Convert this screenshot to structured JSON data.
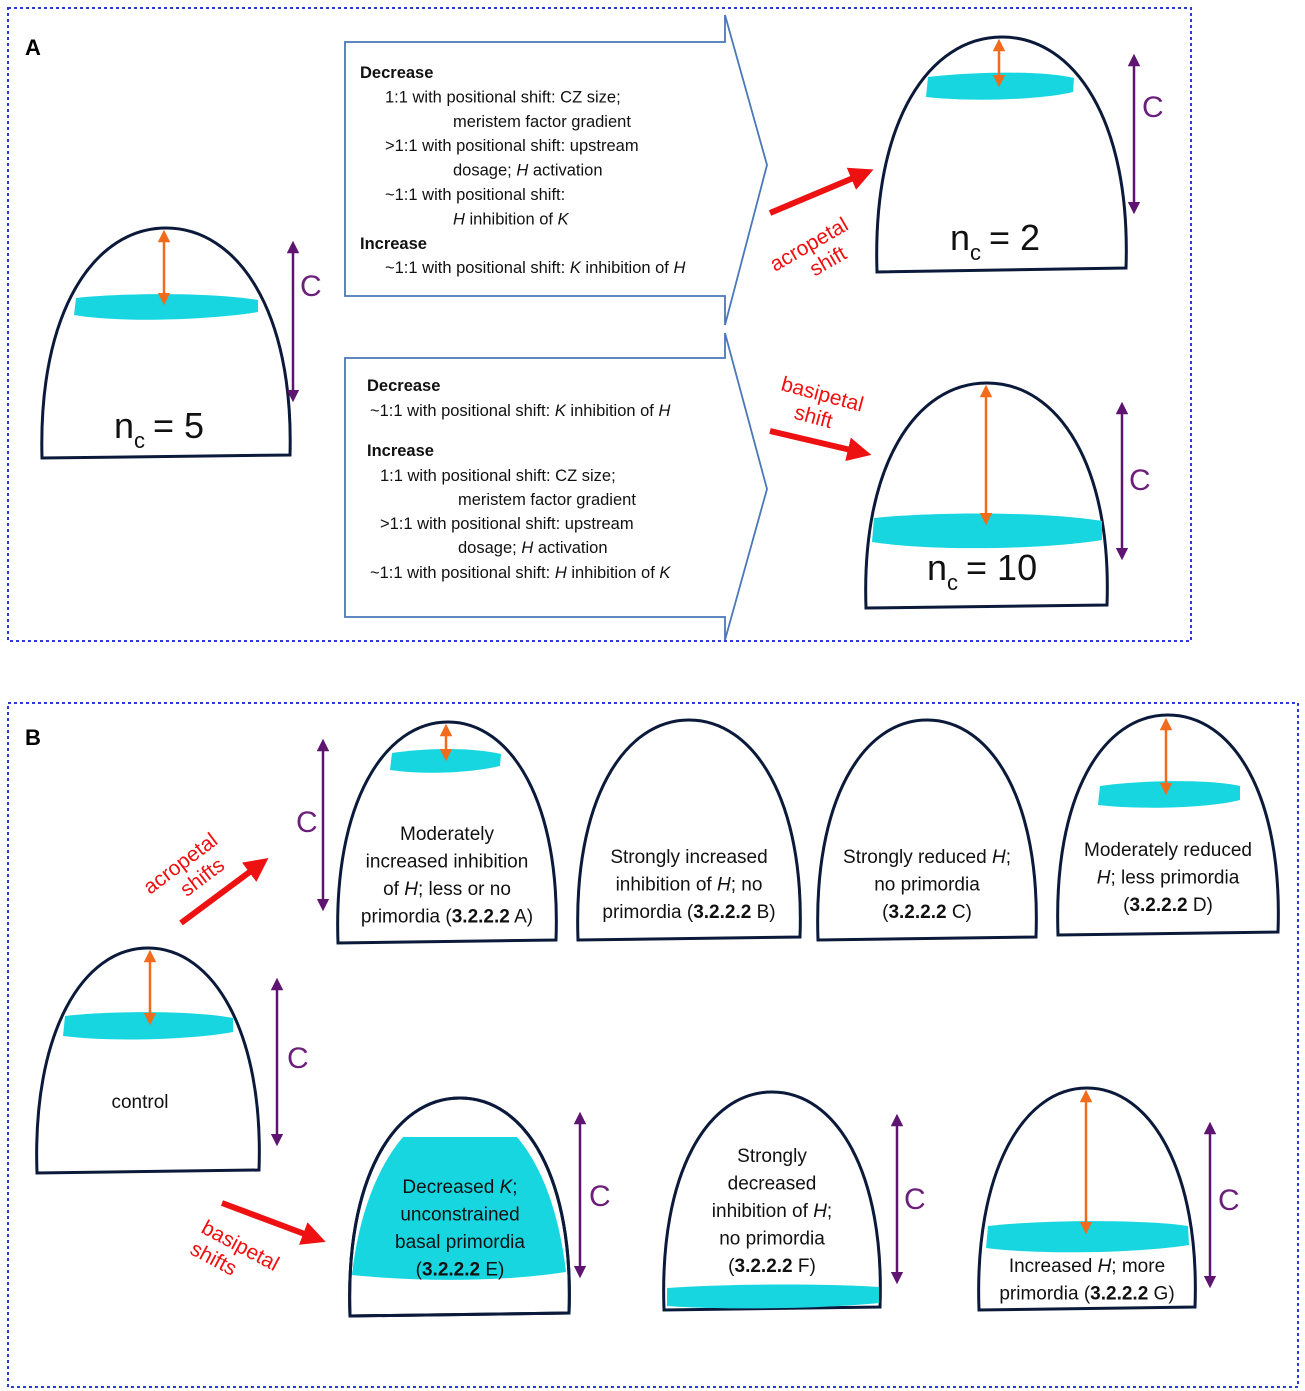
{
  "panel_a": {
    "label": "A",
    "left_dome": {
      "n_label": "n",
      "n_sub": "c",
      "n_value": "= 5",
      "c_label": "C"
    },
    "top_box": {
      "lines": [
        {
          "text": "Decrease",
          "bold": true,
          "x": 0
        },
        {
          "text": "1:1 with positional shift: CZ size;",
          "x": 1
        },
        {
          "text": "meristem factor gradient",
          "x": 2
        },
        {
          "text": ">1:1 with positional shift: upstream",
          "x": 1
        },
        {
          "pre": "dosage; ",
          "it": "H",
          "post": " activation",
          "x": 2
        },
        {
          "text": "~1:1 with positional shift:",
          "x": 1
        },
        {
          "it": "H",
          "post": " inhibition of ",
          "it2": "K",
          "x": 2
        },
        {
          "text": "Increase",
          "bold": true,
          "x": 0
        },
        {
          "pre": "~1:1 with positional shift: ",
          "it": "K",
          "post": " inhibition of ",
          "it2": "H",
          "x": 1
        }
      ]
    },
    "bottom_box": {
      "lines": [
        {
          "text": "Decrease",
          "bold": true,
          "x": 0
        },
        {
          "pre": "~1:1 with positional shift: ",
          "it": "K",
          "post": " inhibition of ",
          "it2": "H",
          "x": 1
        },
        {
          "text": "Increase",
          "bold": true,
          "x": 0
        },
        {
          "text": "1:1 with positional shift: CZ size;",
          "x": 1
        },
        {
          "text": "meristem factor gradient",
          "x": 2
        },
        {
          "text": ">1:1 with positional shift: upstream",
          "x": 1
        },
        {
          "pre": "dosage; ",
          "it": "H",
          "post": " activation",
          "x": 2
        },
        {
          "pre": "~1:1 with positional shift: ",
          "it": "H",
          "post": " inhibition of ",
          "it2": "K",
          "x": 1
        }
      ]
    },
    "acropetal_label": [
      "acropetal",
      "shift"
    ],
    "basipetal_label": [
      "basipetal",
      "shift"
    ],
    "top_dome": {
      "n_label": "n",
      "n_sub": "c",
      "n_value": "= 2",
      "c_label": "C"
    },
    "bottom_dome": {
      "n_label": "n",
      "n_sub": "c",
      "n_value": "= 10",
      "c_label": "C"
    }
  },
  "panel_b": {
    "label": "B",
    "acropetal_label": [
      "acropetal",
      "shifts"
    ],
    "basipetal_label": [
      "basipetal",
      "shifts"
    ],
    "control_label": "control",
    "c_label": "C",
    "domes": [
      {
        "id": "A",
        "lines": [
          [
            {
              "t": "Moderately"
            }
          ],
          [
            {
              "t": "increased inhibition"
            }
          ],
          [
            {
              "t": "of "
            },
            {
              "t": "H",
              "i": true
            },
            {
              "t": "; less or no"
            }
          ],
          [
            {
              "t": "primordia ("
            },
            {
              "t": "3.2.2.2",
              "b": true
            },
            {
              "t": " A)"
            }
          ]
        ]
      },
      {
        "id": "B",
        "lines": [
          [
            {
              "t": "Strongly increased"
            }
          ],
          [
            {
              "t": "inhibition of "
            },
            {
              "t": "H",
              "i": true
            },
            {
              "t": "; no"
            }
          ],
          [
            {
              "t": "primordia ("
            },
            {
              "t": "3.2.2.2",
              "b": true
            },
            {
              "t": " B)"
            }
          ]
        ]
      },
      {
        "id": "C",
        "lines": [
          [
            {
              "t": "Strongly reduced "
            },
            {
              "t": "H",
              "i": true
            },
            {
              "t": ";"
            }
          ],
          [
            {
              "t": "no primordia"
            }
          ],
          [
            {
              "t": "("
            },
            {
              "t": "3.2.2.2",
              "b": true
            },
            {
              "t": " C)"
            }
          ]
        ]
      },
      {
        "id": "D",
        "lines": [
          [
            {
              "t": "Moderately reduced"
            }
          ],
          [
            {
              "t": "H",
              "i": true
            },
            {
              "t": "; less primordia"
            }
          ],
          [
            {
              "t": "("
            },
            {
              "t": "3.2.2.2",
              "b": true
            },
            {
              "t": " D)"
            }
          ]
        ]
      },
      {
        "id": "E",
        "lines": [
          [
            {
              "t": "Decreased "
            },
            {
              "t": "K",
              "i": true
            },
            {
              "t": ";"
            }
          ],
          [
            {
              "t": "unconstrained"
            }
          ],
          [
            {
              "t": "basal primordia"
            }
          ],
          [
            {
              "t": "("
            },
            {
              "t": "3.2.2.2",
              "b": true
            },
            {
              "t": " E)"
            }
          ]
        ]
      },
      {
        "id": "F",
        "lines": [
          [
            {
              "t": "Strongly"
            }
          ],
          [
            {
              "t": "decreased"
            }
          ],
          [
            {
              "t": "inhibition of "
            },
            {
              "t": "H",
              "i": true
            },
            {
              "t": ";"
            }
          ],
          [
            {
              "t": "no primordia"
            }
          ],
          [
            {
              "t": "("
            },
            {
              "t": "3.2.2.2",
              "b": true
            },
            {
              "t": " F)"
            }
          ]
        ]
      },
      {
        "id": "G",
        "lines": [
          [
            {
              "t": "Increased "
            },
            {
              "t": "H",
              "i": true
            },
            {
              "t": "; more"
            }
          ],
          [
            {
              "t": "primordia ("
            },
            {
              "t": "3.2.2.2",
              "b": true
            },
            {
              "t": " G)"
            }
          ]
        ]
      }
    ]
  },
  "colors": {
    "outline": "#0b1a3a",
    "band": "#17d6e0",
    "orange_arrow": "#f26a1b",
    "purple_arrow": "#5e1470",
    "red_arrow": "#ee1111",
    "box_border": "#4a78b8",
    "panel_border": "#2a3bd6"
  }
}
